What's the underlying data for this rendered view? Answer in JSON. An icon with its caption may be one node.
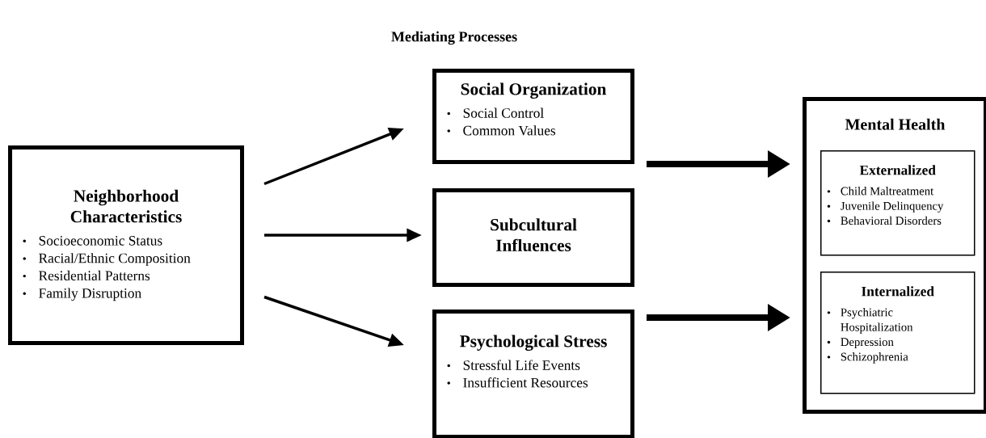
{
  "diagram": {
    "title": "Mediating Processes",
    "nodes": [
      {
        "text": [
          "Neighborhood Characteristics",
          "Socioeconomic Status",
          "Racial/Ethnic Composition",
          "Residential Patterns",
          "Family Disruption"
        ]
      },
      {
        "text": [
          "Social Organization",
          "Social Control",
          "Common Values"
        ]
      },
      {
        "text": [
          "Subcultural Influences"
        ]
      },
      {
        "text": [
          "Psychological Stress",
          "Stressful Life Events",
          "Insufficient Resources"
        ]
      },
      {
        "text": [
          "Mental Health"
        ]
      },
      {
        "text": [
          "Externalized",
          "Child Maltreatment",
          "Juvenile Delinquency",
          "Behavioral Disorders"
        ],
        "in": 4
      },
      {
        "text": [
          "Internalized",
          "Psychiatric Hospitalization",
          "Depression",
          "Schizophrenia"
        ],
        "in": 4
      }
    ],
    "edges": [
      {
        "from": 0,
        "to": 1,
        "arrow": "to"
      },
      {
        "from": 0,
        "to": 2,
        "arrow": "to"
      },
      {
        "from": 0,
        "to": 3,
        "arrow": "to"
      },
      {
        "from": 1,
        "to": 4,
        "arrow": "to",
        "style": "thick"
      },
      {
        "from": 3,
        "to": 4,
        "arrow": "to",
        "style": "thick"
      }
    ]
  }
}
